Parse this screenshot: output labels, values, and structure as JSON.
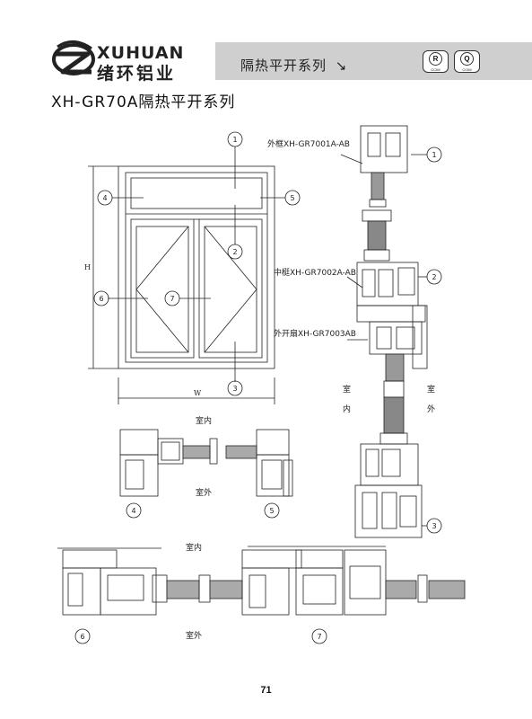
{
  "header": {
    "brand_en": "XUHUAN",
    "brand_cn": "绪环铝业",
    "series_label": "隔热平开系列",
    "arrow": "↘",
    "cert_icons": [
      {
        "letter": "R",
        "sub": "CCIM"
      },
      {
        "letter": "Q",
        "sub": "CCIM"
      }
    ]
  },
  "title": "XH-GR70A隔热平开系列",
  "elevation": {
    "dim_height": "H",
    "dim_width": "W",
    "callouts": [
      "1",
      "2",
      "3",
      "4",
      "5",
      "6",
      "7"
    ]
  },
  "profiles": {
    "outer_frame": "外框XH-GR7001A-AB",
    "mullion": "中梃XH-GR7002A-AB",
    "outer_sash": "外开扇XH-GR7003AB",
    "indoor": "室内",
    "outdoor": "室外",
    "indoor_vertical": [
      "室",
      "内"
    ],
    "outdoor_vertical": [
      "室",
      "外"
    ]
  },
  "page_number": "71"
}
